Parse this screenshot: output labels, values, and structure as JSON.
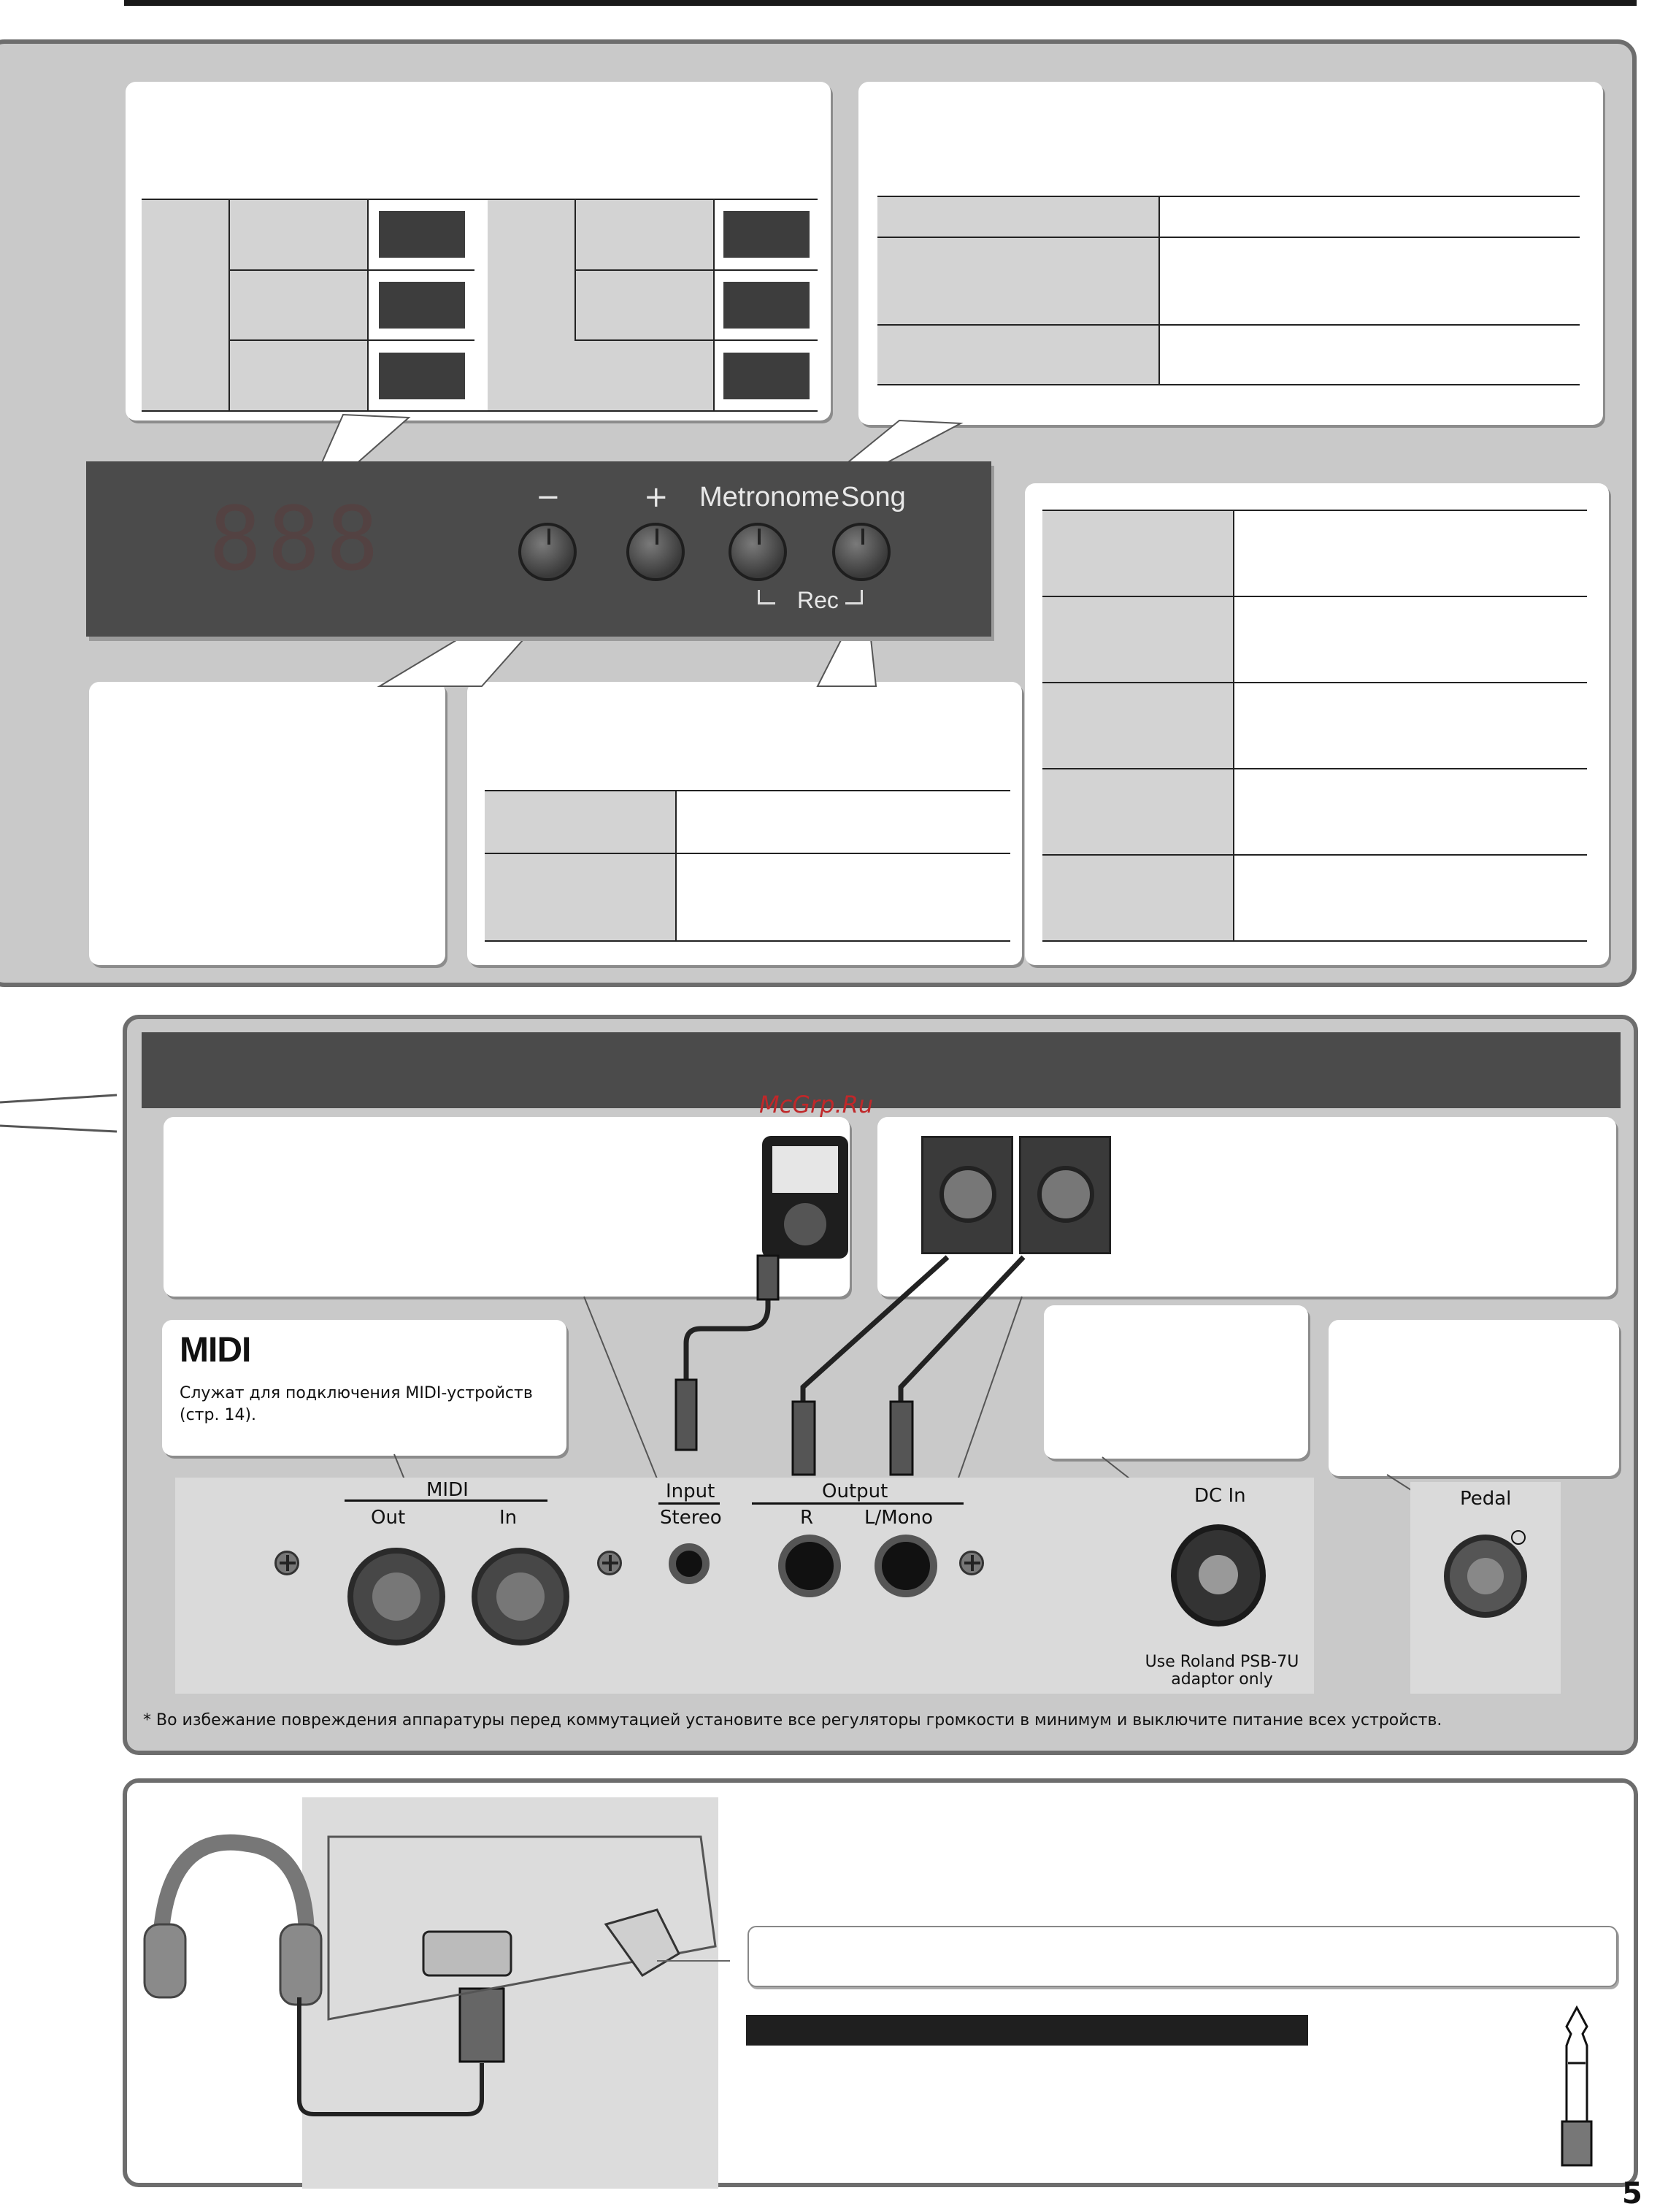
{
  "front_panel": {
    "minus_label": "−",
    "plus_label": "+",
    "metronome_label": "Metronome",
    "song_label": "Song",
    "rec_label": "Rec",
    "display_text": "888"
  },
  "watermark": "McGrp.Ru",
  "midi_section": {
    "title": "MIDI",
    "description": "Служат для подключения MIDI-устройств (стр. 14)."
  },
  "jack_panel": {
    "midi_label": "MIDI",
    "midi_out_label": "Out",
    "midi_in_label": "In",
    "input_label": "Input",
    "stereo_label": "Stereo",
    "output_label": "Output",
    "r_label": "R",
    "lmono_label": "L/Mono",
    "dcin_label": "DC In",
    "adaptor_note_line1": "Use Roland PSB-7U",
    "adaptor_note_line2": "adaptor only",
    "pedal_label": "Pedal"
  },
  "footnote": "* Во избежание повреждения аппаратуры перед коммутацией установите все регуляторы громкости в минимум и выключите питание всех устройств.",
  "page_number": "5",
  "colors": {
    "panel_dark": "#4b4b4b",
    "section_bg": "#c9c9c9",
    "watermark": "#c0282a"
  }
}
